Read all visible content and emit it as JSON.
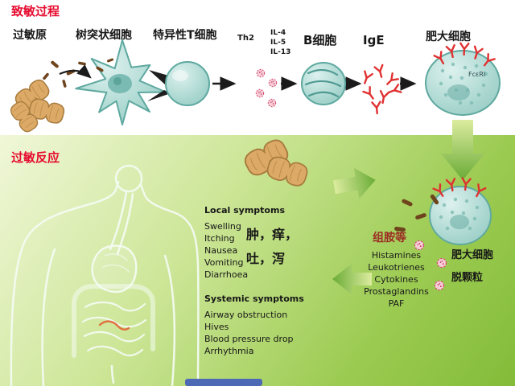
{
  "colors": {
    "title_red": "#e60a2e",
    "cell_teal": "#a8d6cf",
    "ige_red": "#e03131",
    "arrow_green": "#8dc63f",
    "granule_pink": "#d64a6e",
    "allergen_brown": "#6f431c"
  },
  "top": {
    "title": "致敏过程",
    "labels": {
      "allergen": "过敏原",
      "dendritic_cell": "树突状细胞",
      "t_cell": "特异性T细胞",
      "th2": "Th2",
      "b_cell": "B细胞",
      "ige": "IgE",
      "mast_cell": "肥大细胞",
      "receptor": "FcεRI"
    },
    "interleukins": [
      "IL-4",
      "IL-5",
      "IL-13"
    ]
  },
  "bottom": {
    "title": "过敏反应",
    "local": {
      "header": "Local symptoms",
      "items": [
        "Swelling",
        "Itching",
        "Nausea",
        "Vomiting",
        "Diarrhoea"
      ],
      "cn_1": "肿，痒，",
      "cn_2": "吐，泻"
    },
    "systemic": {
      "header": "Systemic symptoms",
      "items": [
        "Airway obstruction",
        "Hives",
        "Blood pressure drop",
        "Arrhythmia"
      ]
    },
    "mediators": {
      "header_cn": "组胺等",
      "items": [
        "Histamines",
        "Leukotrienes",
        "Cytokines",
        "Prostaglandins",
        "PAF"
      ]
    },
    "mast_cell_label": "肥大细胞",
    "degranulation_label": "脱颗粒"
  }
}
